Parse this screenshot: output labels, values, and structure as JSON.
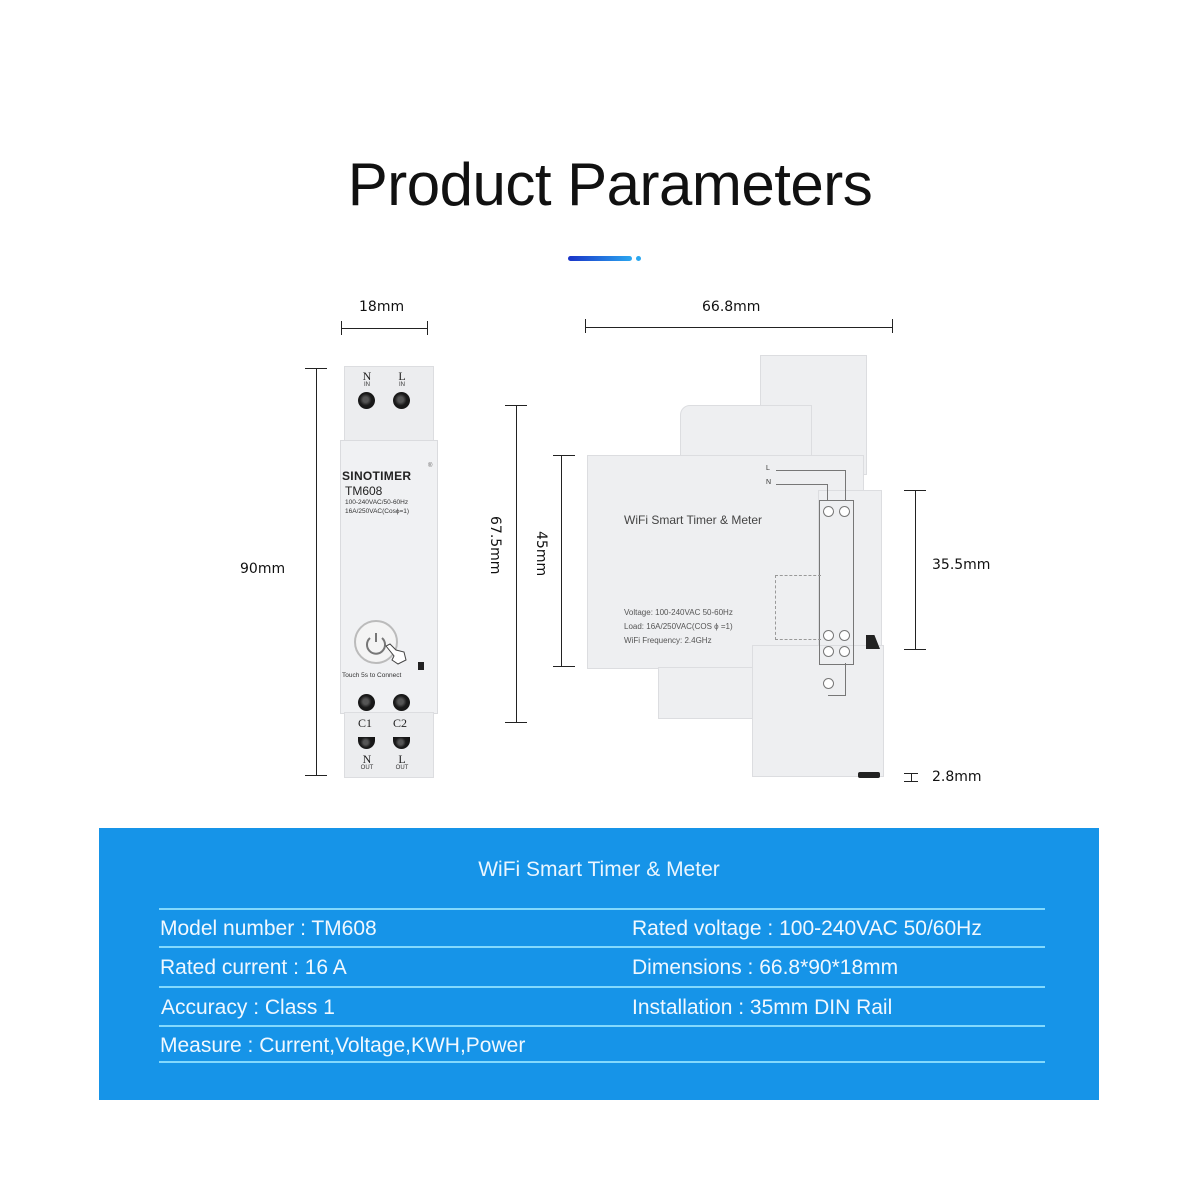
{
  "header": {
    "title": "Product Parameters",
    "accent_colors": [
      "#1a33c8",
      "#2aa7f0"
    ]
  },
  "front_view": {
    "width_dim": "18mm",
    "height_dim": "90mm",
    "top_terminals": [
      {
        "label": "N",
        "sub": "IN"
      },
      {
        "label": "L",
        "sub": "IN"
      }
    ],
    "brand": "SINOTIMER",
    "registered_mark": "®",
    "model": "TM608",
    "spec_line1": "100-240VAC/50-60Hz",
    "spec_line2": "16A/250VAC(Cosϕ=1)",
    "power_icon": "power-icon",
    "touch_hint": "Touch 5s to Connect",
    "middle_terminals": [
      {
        "label": "C1"
      },
      {
        "label": "C2"
      }
    ],
    "bottom_terminals": [
      {
        "label": "N",
        "sub": "OUT"
      },
      {
        "label": "L",
        "sub": "OUT"
      }
    ]
  },
  "side_view": {
    "depth_dim": "66.8mm",
    "dim_67": "67.5mm",
    "dim_45": "45mm",
    "dim_35": "35.5mm",
    "dim_2_8": "2.8mm",
    "label": "WiFi Smart Timer & Meter",
    "spec_voltage": "Voltage: 100-240VAC 50-60Hz",
    "spec_load": "Load: 16A/250VAC(COS ϕ =1)",
    "spec_wifi": "WiFi Frequency: 2.4GHz",
    "wire_L": "L",
    "wire_N": "N"
  },
  "spec_table": {
    "title": "WiFi Smart Timer & Meter",
    "panel_color": "#1694e8",
    "rows": [
      {
        "left": "Model number : TM608",
        "right": "Rated voltage : 100-240VAC 50/60Hz"
      },
      {
        "left": "Rated current : 16 A",
        "right": "Dimensions : 66.8*90*18mm"
      },
      {
        "left": "Accuracy : Class 1",
        "right": "Installation : 35mm DIN Rail"
      },
      {
        "left": "Measure : Current,Voltage,KWH,Power",
        "right": ""
      }
    ]
  }
}
